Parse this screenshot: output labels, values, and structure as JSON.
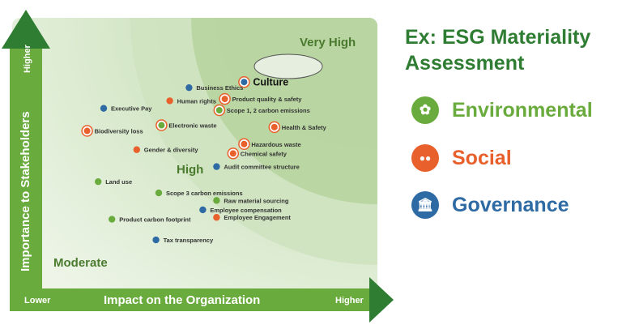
{
  "chart_data": {
    "type": "scatter",
    "y_axis": {
      "label": "Importance to Stakeholders",
      "high_label": "Higher"
    },
    "x_axis": {
      "label": "Impact on the Organization",
      "low_label": "Lower",
      "high_label": "Higher"
    },
    "xlim": [
      0,
      100
    ],
    "ylim": [
      0,
      100
    ],
    "zones": [
      "Moderate",
      "High",
      "Very High"
    ],
    "categories": [
      {
        "key": "env",
        "name": "Environmental",
        "color": "#6aab3d"
      },
      {
        "key": "soc",
        "name": "Social",
        "color": "#e8602c"
      },
      {
        "key": "gov",
        "name": "Governance",
        "color": "#2e6aa3"
      }
    ],
    "points": [
      {
        "label": "Culture",
        "cat": "gov",
        "x": 71,
        "y": 90,
        "emphasis": true
      },
      {
        "label": "Business Ethics",
        "cat": "gov",
        "x": 51,
        "y": 87
      },
      {
        "label": "Product quality & safety",
        "cat": "soc",
        "x": 64,
        "y": 81,
        "ring": true
      },
      {
        "label": "Human rights",
        "cat": "soc",
        "x": 44,
        "y": 80
      },
      {
        "label": "Scope 1, 2 carbon emissions",
        "cat": "env",
        "x": 62,
        "y": 75,
        "ring": true
      },
      {
        "label": "Executive Pay",
        "cat": "gov",
        "x": 20,
        "y": 76
      },
      {
        "label": "Electronic waste",
        "cat": "env",
        "x": 41,
        "y": 67,
        "ring": true
      },
      {
        "label": "Health & Safety",
        "cat": "soc",
        "x": 82,
        "y": 66,
        "ring": true
      },
      {
        "label": "Biodiversity loss",
        "cat": "soc",
        "x": 14,
        "y": 64,
        "ring": true
      },
      {
        "label": "Hazardous waste",
        "cat": "soc",
        "x": 71,
        "y": 57,
        "ring": true
      },
      {
        "label": "Gender & diversity",
        "cat": "soc",
        "x": 32,
        "y": 54
      },
      {
        "label": "Chemical safety",
        "cat": "soc",
        "x": 67,
        "y": 52,
        "ring": true
      },
      {
        "label": "Audit committee structure",
        "cat": "gov",
        "x": 61,
        "y": 45
      },
      {
        "label": "Land use",
        "cat": "env",
        "x": 18,
        "y": 37
      },
      {
        "label": "Scope 3 carbon emissions",
        "cat": "env",
        "x": 40,
        "y": 31
      },
      {
        "label": "Raw material sourcing",
        "cat": "env",
        "x": 61,
        "y": 27
      },
      {
        "label": "Employee compensation",
        "cat": "gov",
        "x": 56,
        "y": 22
      },
      {
        "label": "Product carbon footprint",
        "cat": "env",
        "x": 23,
        "y": 17
      },
      {
        "label": "Employee Engagement",
        "cat": "soc",
        "x": 61,
        "y": 18
      },
      {
        "label": "Tax transparency",
        "cat": "gov",
        "x": 39,
        "y": 6
      }
    ]
  },
  "legend": {
    "title_line1": "Ex: ESG Materiality",
    "title_line2": "Assessment",
    "items": [
      {
        "name": "Environmental",
        "icon": "leaf-icon",
        "glyph": "✿",
        "color": "#6aab3d"
      },
      {
        "name": "Social",
        "icon": "people-icon",
        "glyph": "●●",
        "color": "#e8602c"
      },
      {
        "name": "Governance",
        "icon": "government-building-icon",
        "glyph": "🏛",
        "color": "#2e6aa3"
      }
    ]
  }
}
